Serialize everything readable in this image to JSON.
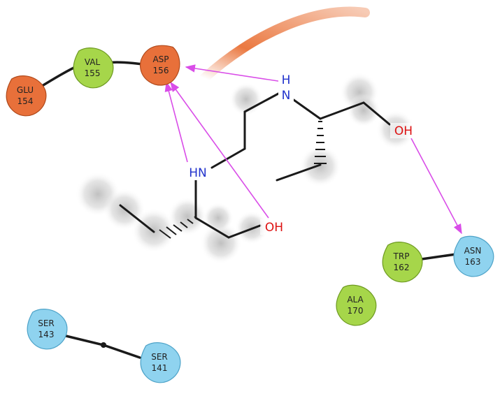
{
  "colors": {
    "acidic": "#e8703a",
    "hydrophobic": "#a6d64a",
    "polar": "#8fd3ef",
    "hbond_arrow": "#d94de8",
    "nitrogen": "#2233cc",
    "oxygen": "#dd1111",
    "bond": "#1a1a1a",
    "solvent_arc": "#e86a2c"
  },
  "residues": [
    {
      "id": "glu154",
      "name": "GLU",
      "number": "154",
      "kind": "acidic"
    },
    {
      "id": "val155",
      "name": "VAL",
      "number": "155",
      "kind": "hydrophobic"
    },
    {
      "id": "asp156",
      "name": "ASP",
      "number": "156",
      "kind": "acidic"
    },
    {
      "id": "trp162",
      "name": "TRP",
      "number": "162",
      "kind": "hydrophobic"
    },
    {
      "id": "asn163",
      "name": "ASN",
      "number": "163",
      "kind": "polar"
    },
    {
      "id": "ala170",
      "name": "ALA",
      "number": "170",
      "kind": "hydrophobic"
    },
    {
      "id": "ser143",
      "name": "SER",
      "number": "143",
      "kind": "polar"
    },
    {
      "id": "ser141",
      "name": "SER",
      "number": "141",
      "kind": "polar"
    }
  ],
  "atoms": {
    "n_top": "H\nN",
    "n_top_h": "H",
    "n_top_n": "N",
    "n_left": "HN",
    "oh_right": "OH",
    "oh_left": "OH"
  },
  "hbonds": [
    {
      "from": "n_top",
      "to": "asp156"
    },
    {
      "from": "n_left",
      "to": "asp156"
    },
    {
      "from": "oh_left",
      "to": "asp156"
    },
    {
      "from": "oh_right",
      "to": "asn163"
    }
  ]
}
